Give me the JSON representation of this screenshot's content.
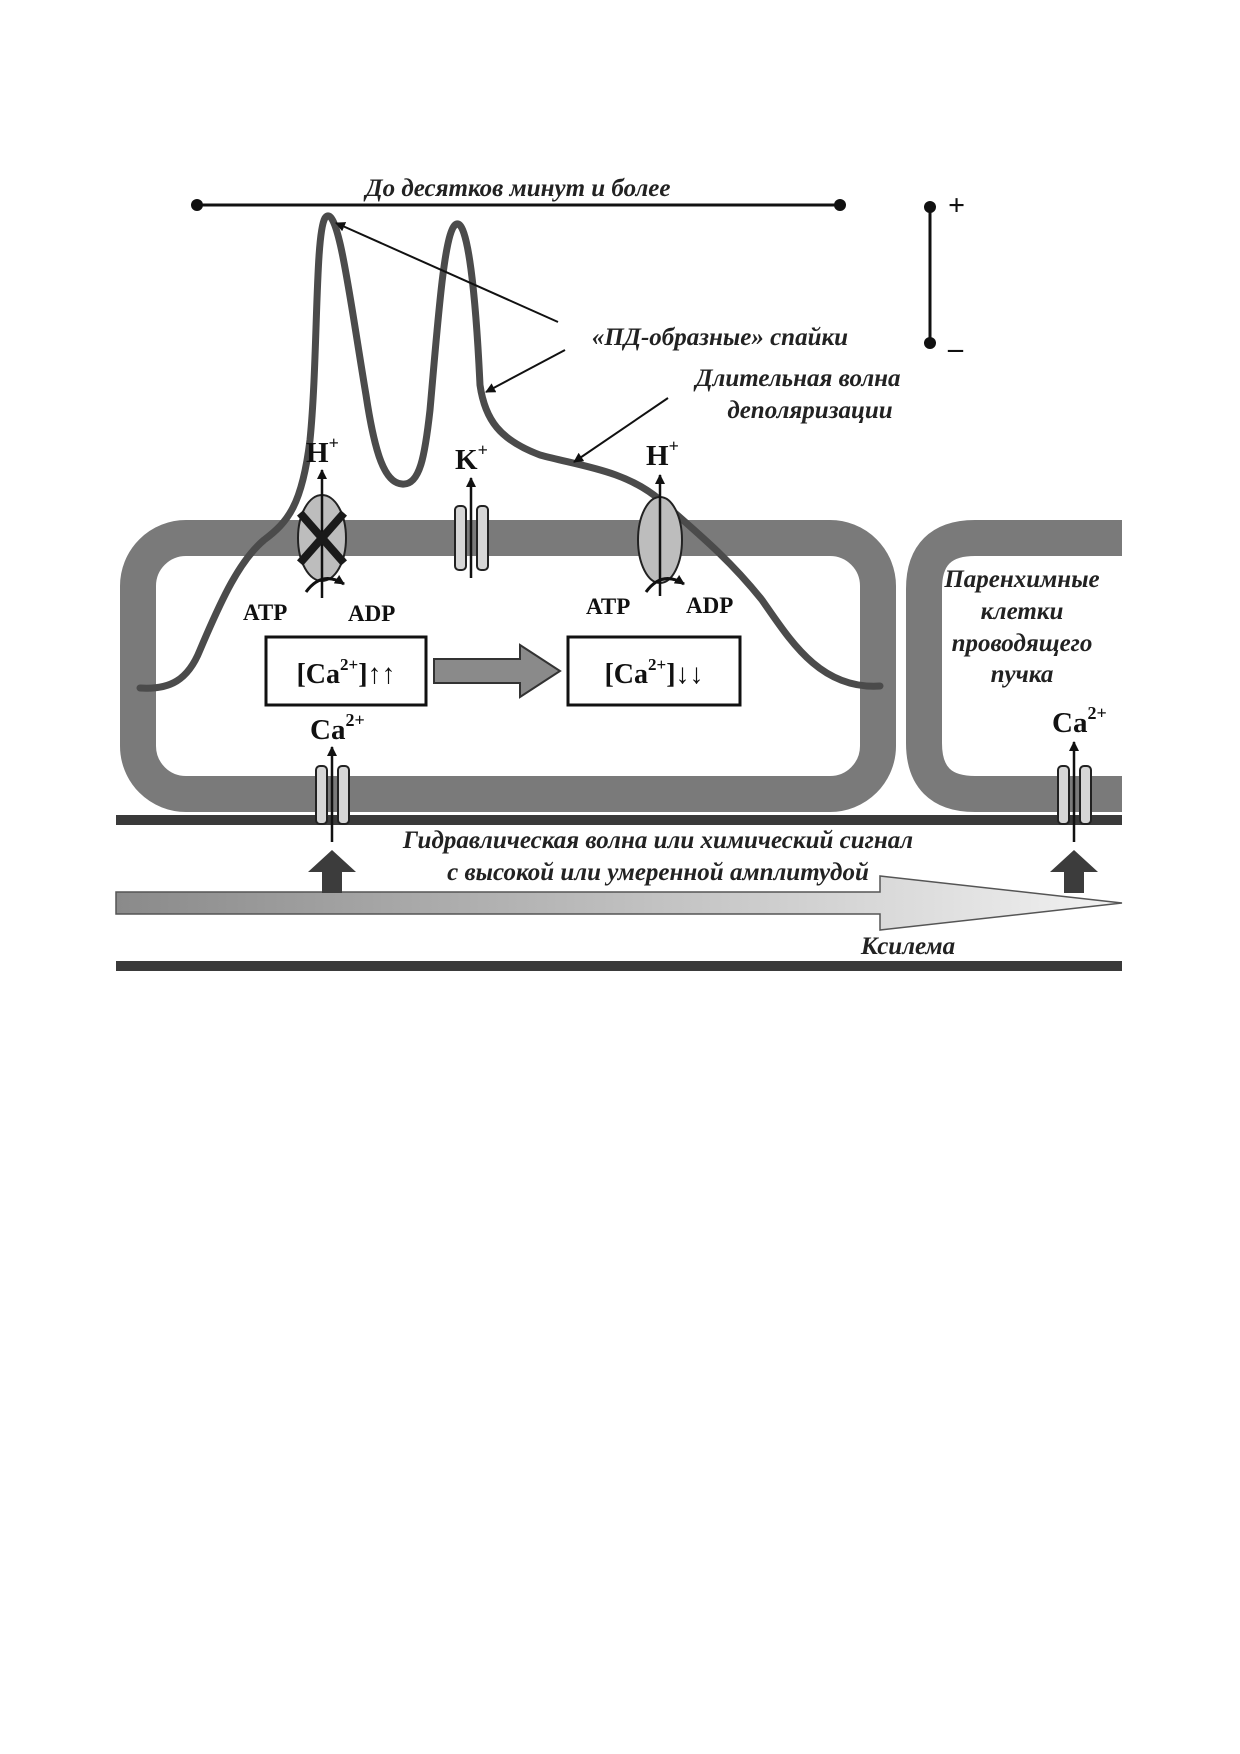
{
  "colors": {
    "membrane": "#7a7a7a",
    "signal_curve": "#4b4b4b",
    "pump_fill": "#bdbdbd",
    "arrow_dark": "#3c3c3c",
    "ink": "#111111"
  },
  "labels": {
    "duration": "До десятков минут и более",
    "spikes": "«ПД-образные» спайки",
    "long_wave_line1": "Длительная волна",
    "long_wave_line2": "деполяризации",
    "scale_plus": "+",
    "scale_minus": "–",
    "parenchyma_line1": "Паренхимные",
    "parenchyma_line2": "клетки",
    "parenchyma_line3": "проводящего",
    "parenchyma_line4": "пучка",
    "signal_line1": "Гидравлическая волна или химический сигнал",
    "signal_line2": "с высокой или умеренной амплитудой",
    "xylem": "Ксилема"
  },
  "ions": {
    "h_left": {
      "base": "H",
      "sup": "+"
    },
    "k": {
      "base": "K",
      "sup": "+"
    },
    "h_right": {
      "base": "H",
      "sup": "+"
    },
    "ca_left": {
      "base": "Ca",
      "sup": "2+"
    },
    "ca_right": {
      "base": "Ca",
      "sup": "2+"
    }
  },
  "pumps": {
    "left": {
      "atp": "ATP",
      "adp": "ADP",
      "inhibited": true
    },
    "right": {
      "atp": "ATP",
      "adp": "ADP",
      "inhibited": false
    }
  },
  "calcium_boxes": {
    "high": {
      "prefix": "[Ca",
      "sup": "2+",
      "suffix": "]↑↑"
    },
    "low": {
      "prefix": "[Ca",
      "sup": "2+",
      "suffix": "]↓↓"
    }
  }
}
